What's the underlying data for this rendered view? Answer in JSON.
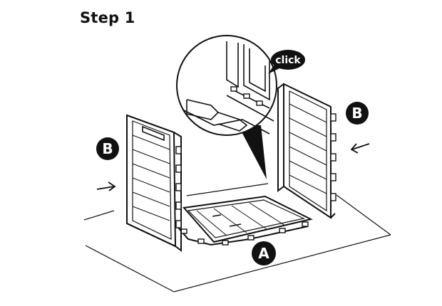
{
  "header": {
    "step_title": "Step 1"
  },
  "callouts": {
    "click_label": "click",
    "part_left_letter": "B",
    "part_right_letter": "B",
    "part_base_letter": "A"
  },
  "icons": {
    "arrow_left_panel": "arrow-right-icon",
    "arrow_right_panel": "arrow-left-icon"
  },
  "colors": {
    "ink": "#111111",
    "panel_fill": "#ffffff",
    "paper": "#ffffff"
  }
}
